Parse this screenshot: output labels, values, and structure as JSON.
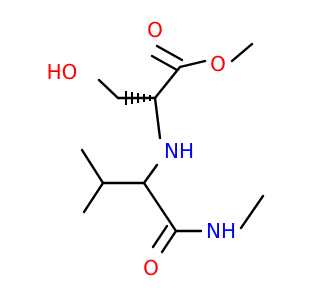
{
  "molecule": {
    "atoms": {
      "oxygen_carbonyl_top": {
        "symbol": "O",
        "color": "#ff0000"
      },
      "oxygen_ester": {
        "symbol": "O",
        "color": "#ff0000"
      },
      "hydroxyl": {
        "symbol": "HO",
        "color": "#ff0000"
      },
      "amine_nh": {
        "symbol": "NH",
        "color": "#0000ff"
      },
      "amide_nh": {
        "symbol": "NH",
        "color": "#0000ff"
      },
      "oxygen_carbonyl_bottom": {
        "symbol": "O",
        "color": "#ff0000"
      }
    },
    "bond_color": "#000000"
  }
}
